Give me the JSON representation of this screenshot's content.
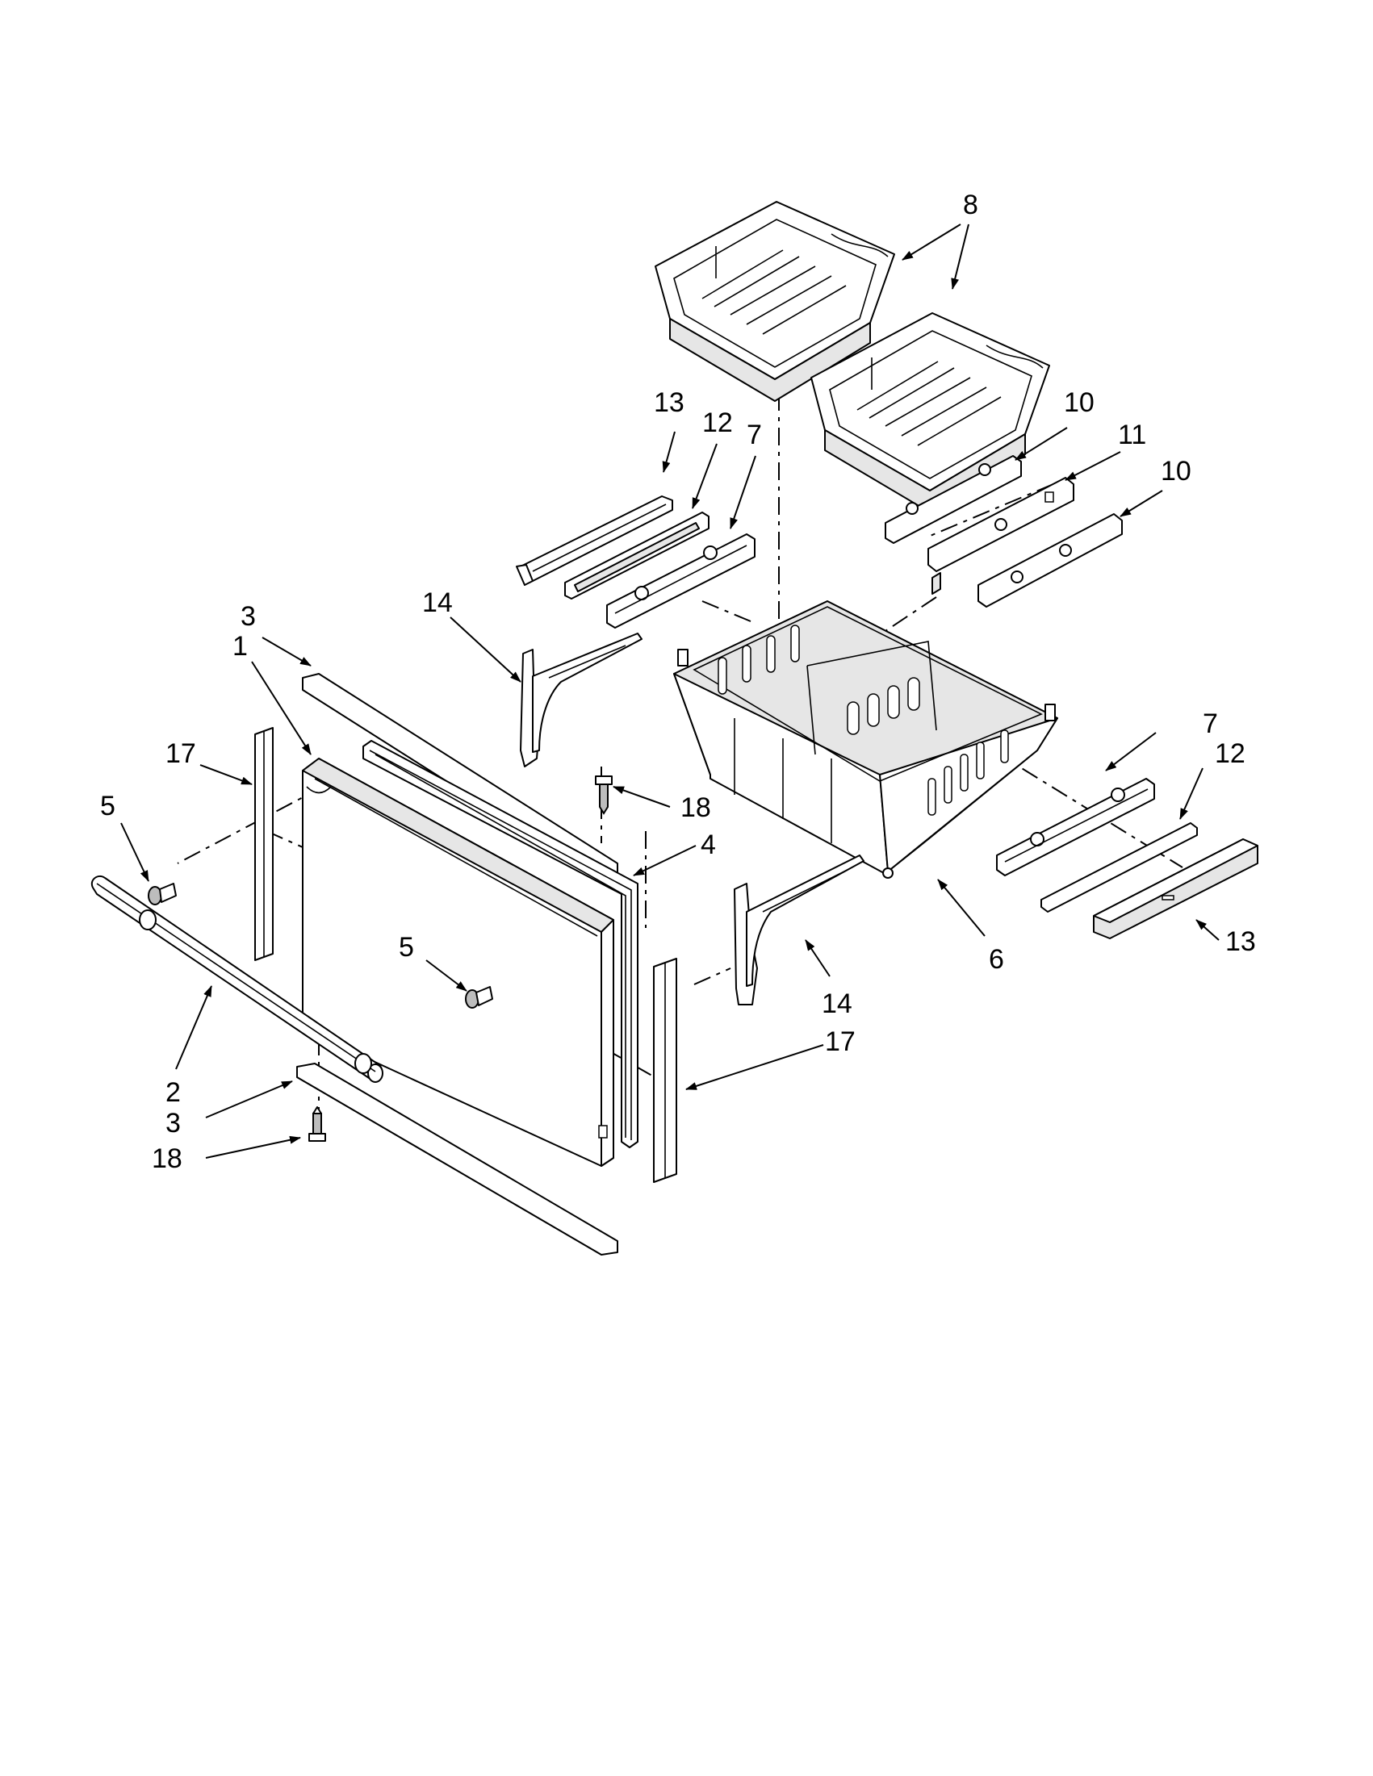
{
  "callouts": {
    "c1": "1",
    "c2": "2",
    "c3_top": "3",
    "c3_bottom": "3",
    "c4": "4",
    "c5_left": "5",
    "c5_mid": "5",
    "c6": "6",
    "c7_upper": "7",
    "c7_lower": "7",
    "c8": "8",
    "c10_upper": "10",
    "c10_lower": "10",
    "c11": "11",
    "c12_upper": "12",
    "c12_lower": "12",
    "c13_upper": "13",
    "c13_lower": "13",
    "c14_upper": "14",
    "c14_lower": "14",
    "c17_left": "17",
    "c17_right": "17",
    "c18_upper": "18",
    "c18_lower": "18"
  }
}
